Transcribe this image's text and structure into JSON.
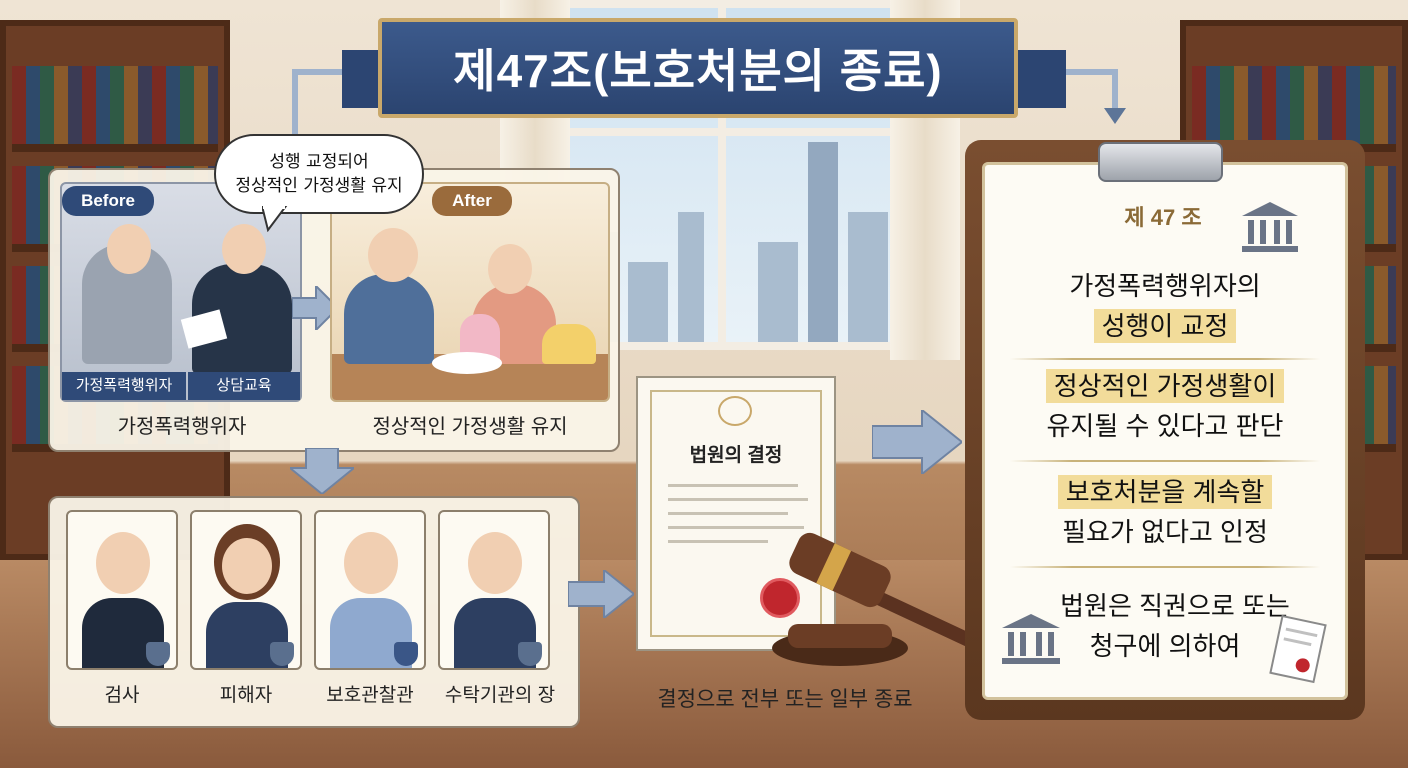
{
  "title": "제47조(보호처분의 종료)",
  "before_panel": {
    "badge": "Before",
    "tag_left": "가정폭력행위자",
    "tag_right": "상담교육",
    "caption": "가정폭력행위자"
  },
  "speech_bubble": {
    "line1": "성행 교정되어",
    "line2": "정상적인 가정생활 유지"
  },
  "after_panel": {
    "badge": "After",
    "caption": "정상적인 가정생활 유지"
  },
  "claimants": [
    {
      "label": "검사"
    },
    {
      "label": "피해자"
    },
    {
      "label": "보호관찰관"
    },
    {
      "label": "수탁기관의 장"
    }
  ],
  "document": {
    "heading": "법원의 결정"
  },
  "result_caption": "결정으로 전부 또는 일부 종료",
  "clipboard": {
    "article": "제 47 조",
    "cond1_line1": "가정폭력행위자의",
    "cond1_line2": "성행이 교정",
    "cond2_line1": "정상적인 가정생활이",
    "cond2_line2": "유지될 수 있다고 판단",
    "cond3_line1": "보호처분을 계속할",
    "cond3_line2": "필요가 없다고 인정",
    "cond4_line1": "법원은 직권으로 또는",
    "cond4_line2": "청구에 의하여"
  },
  "colors": {
    "banner": "#2b4470",
    "banner_border": "#c9a86a",
    "before_badge": "#2f4a78",
    "after_badge": "#9a6b3c",
    "highlight": "#f2dc9a",
    "arrow": "#9fb2cc",
    "seal": "#c0262d"
  },
  "icons": [
    "courthouse-icon",
    "gavel-icon",
    "seal-icon",
    "badge-icon",
    "document-icon"
  ]
}
